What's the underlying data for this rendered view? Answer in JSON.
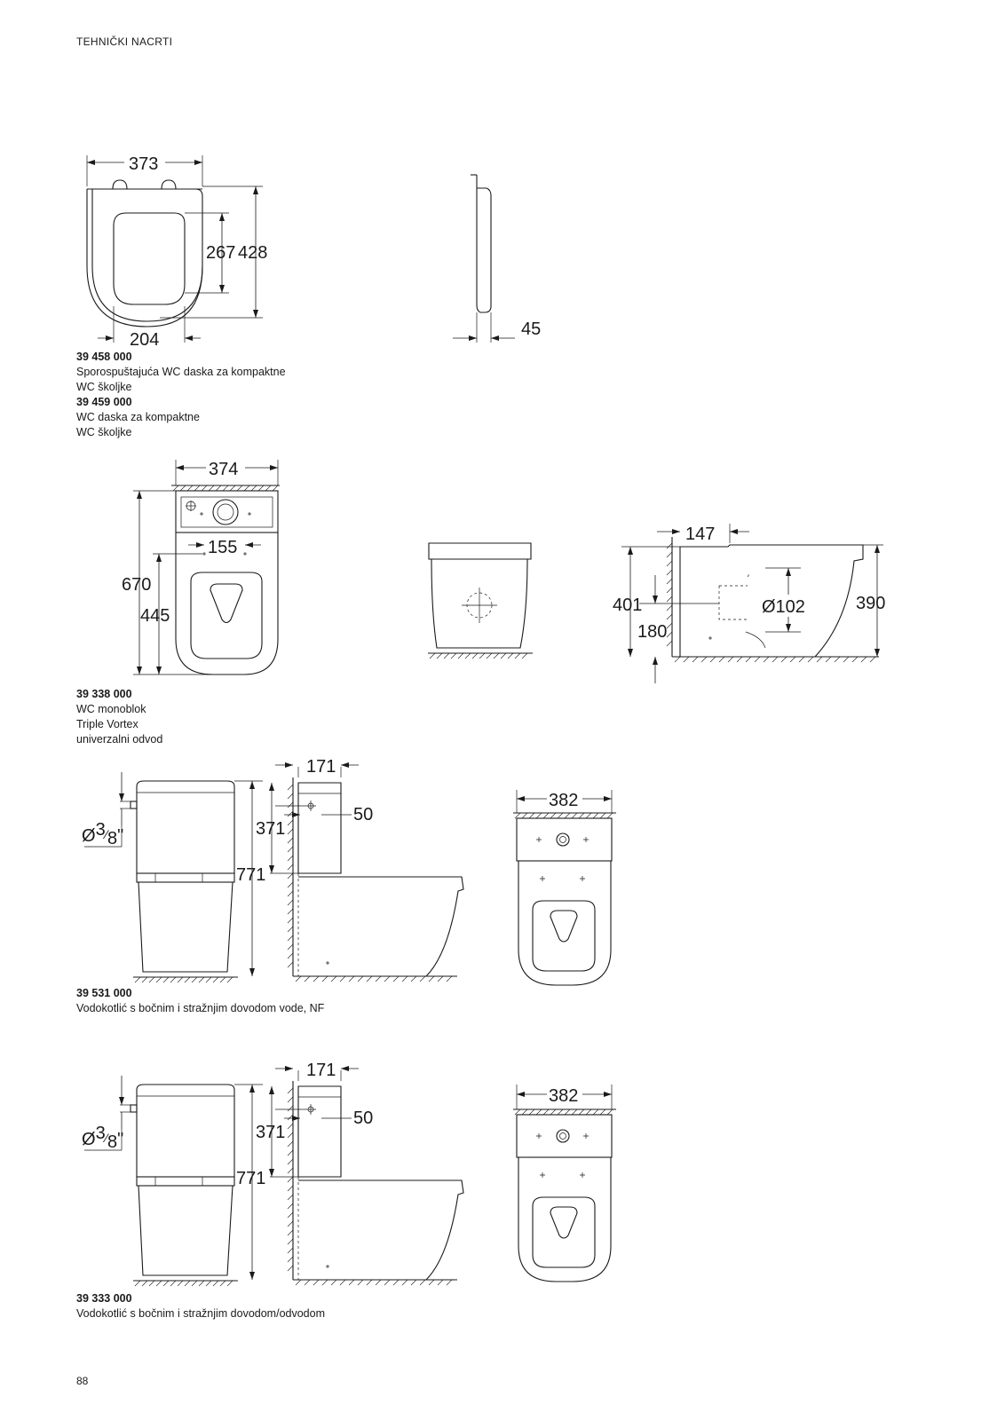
{
  "header": "TEHNIČKI NACRTI",
  "page_number": "88",
  "products": [
    {
      "code": "39 458 000",
      "description": [
        "Sporospuštajuća WC daska za kompaktne",
        "WC školjke"
      ],
      "code2": "39 459 000",
      "description2": [
        "WC daska za kompaktne",
        "WC školjke"
      ]
    },
    {
      "code": "39 338 000",
      "description": [
        "WC monoblok",
        "Triple Vortex",
        "univerzalni odvod"
      ]
    },
    {
      "code": "39 531 000",
      "description": [
        "Vodokotlić s bočnim i stražnjim dovodom vode, NF"
      ]
    },
    {
      "code": "39 333 000",
      "description": [
        "Vodokotlić s bočnim i stražnjim dovodom/odvodom"
      ]
    }
  ],
  "dimensions": {
    "seat_width": "373",
    "seat_inner_length": "267",
    "seat_length": "428",
    "seat_hinge_spacing": "204",
    "seat_thickness": "45",
    "wc_width": "374",
    "wc_height": "670",
    "wc_bowl_height": "445",
    "wc_fixing_spacing": "155",
    "wc_depth_offset": "147",
    "wc_outlet_height": "401",
    "wc_outlet_center": "180",
    "wc_outlet_diameter": "Ø102",
    "wc_rim_height": "390",
    "cistern_depth_offset": "171",
    "cistern_height": "371",
    "cistern_inlet": "50",
    "total_height": "771",
    "cistern_width": "382",
    "inlet_diameter": "Ø",
    "inlet_fraction_num": "3",
    "inlet_fraction_den": "8",
    "inlet_unit": "\""
  }
}
